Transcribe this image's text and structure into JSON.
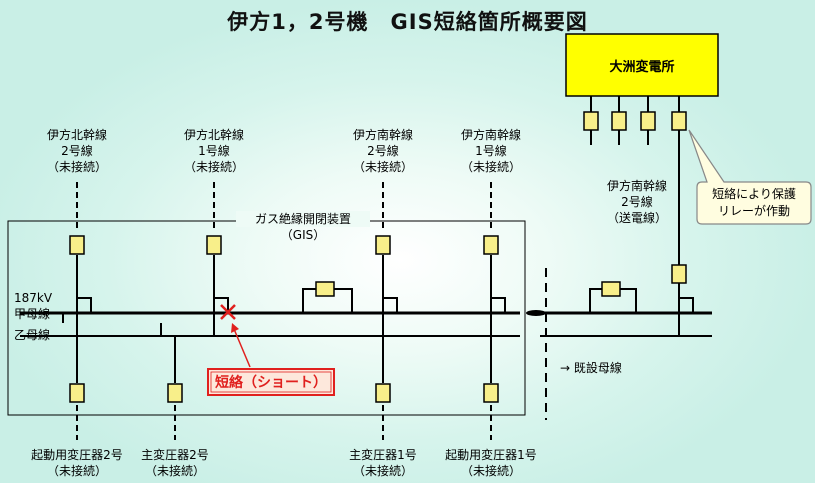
{
  "title": "伊方1，2号機　GIS短絡箇所概要図",
  "substation": "大洲変電所",
  "gis": {
    "line1": "ガス絶縁開閉装置",
    "line2": "（GIS）"
  },
  "short_circuit": "短絡（ショート）",
  "callout": {
    "line1": "短絡により保護",
    "line2": "リレーが作動"
  },
  "bus": {
    "voltage": "187kV",
    "a": "甲母線",
    "b": "乙母線",
    "existing": "→ 既設母線"
  },
  "top_feeders": [
    {
      "name": "伊方北幹線",
      "number": "2号線",
      "status": "（未接続）"
    },
    {
      "name": "伊方北幹線",
      "number": "1号線",
      "status": "（未接続）"
    },
    {
      "name": "伊方南幹線",
      "number": "2号線",
      "status": "（未接続）"
    },
    {
      "name": "伊方南幹線",
      "number": "1号線",
      "status": "（未接続）"
    }
  ],
  "right_feeder": {
    "name": "伊方南幹線",
    "number": "2号線",
    "status": "（送電線）"
  },
  "bottom_feeders": [
    {
      "name": "起動用変圧器2号",
      "status": "（未接続）"
    },
    {
      "name": "主変圧器2号",
      "status": "（未接続）"
    },
    {
      "name": "主変圧器1号",
      "status": "（未接続）"
    },
    {
      "name": "起動用変圧器1号",
      "status": "（未接続）"
    }
  ],
  "colors": {
    "breaker": "#f8ef8a",
    "substation": "#ffff00",
    "short": "#e0201e",
    "short_box": "#fde8dc",
    "callout": "#fffde0"
  }
}
